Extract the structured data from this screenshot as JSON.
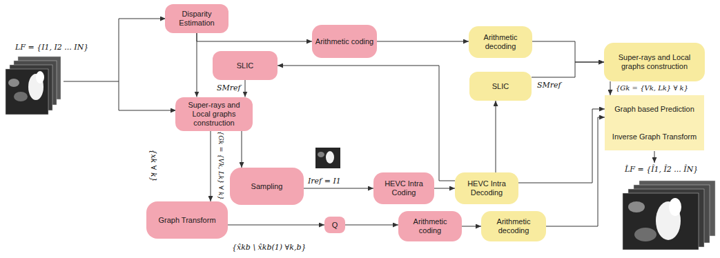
{
  "diagram": {
    "nodes": [
      {
        "text": [
          "Disparity Estimation"
        ]
      },
      {
        "text": [
          "Arithmetic coding"
        ]
      },
      {
        "text": [
          "Arithmetic decoding"
        ]
      },
      {
        "text": [
          "SLIC"
        ]
      },
      {
        "text": [
          "SLIC"
        ]
      },
      {
        "text": [
          "Super-rays and Local graphs construction"
        ]
      },
      {
        "text": [
          "Super-rays and Local graphs construction"
        ]
      },
      {
        "text": [
          "Graph based Prediction"
        ]
      },
      {
        "text": [
          "Inverse Graph Transform"
        ]
      },
      {
        "text": [
          "Sampling"
        ]
      },
      {
        "text": [
          "HEVC Intra Coding"
        ]
      },
      {
        "text": [
          "HEVC Intra Decoding"
        ]
      },
      {
        "text": [
          "Graph Transform"
        ]
      },
      {
        "text": [
          "Q"
        ]
      },
      {
        "text": [
          "Arithmetic coding"
        ]
      },
      {
        "text": [
          "Arithmetic decoding"
        ]
      }
    ],
    "edges": [
      {
        "from": 0,
        "to": 1,
        "arrow": "to"
      },
      {
        "from": 0,
        "to": 6,
        "arrow": "to"
      },
      {
        "from": 1,
        "to": 2,
        "arrow": "to"
      },
      {
        "from": 2,
        "to": 5,
        "arrow": "to"
      },
      {
        "from": 4,
        "to": 5,
        "arrow": "to"
      },
      {
        "from": 3,
        "to": 6,
        "arrow": "to"
      },
      {
        "from": 11,
        "to": 3,
        "arrow": "to"
      },
      {
        "from": 11,
        "to": 4,
        "arrow": "to"
      },
      {
        "from": 11,
        "to": 7,
        "arrow": "to"
      },
      {
        "from": 15,
        "to": 7,
        "arrow": "to"
      },
      {
        "from": 5,
        "to": 7,
        "arrow": "to"
      },
      {
        "from": 6,
        "to": 9,
        "arrow": "to"
      },
      {
        "from": 6,
        "to": 12,
        "arrow": "to"
      },
      {
        "from": 9,
        "to": 10,
        "arrow": "to"
      },
      {
        "from": 10,
        "to": 11,
        "arrow": "to"
      },
      {
        "from": 12,
        "to": 13,
        "arrow": "to"
      },
      {
        "from": 13,
        "to": 14,
        "arrow": "to"
      },
      {
        "from": 14,
        "to": 15,
        "arrow": "to"
      }
    ],
    "labels": [
      "LF = {I1, I2 ... IN}",
      "SMref",
      "SMref",
      "{Gk = {Vk, Lk} ∀ k}",
      "{xk ∀ k}",
      "{Gk = {Vk, Lk} ∀ k}",
      "Iref = I1",
      "{x̂kb \\ x̂kb(1) ∀k,b}",
      "L̂F = {Î1, Î2 ... ÎN}"
    ]
  }
}
